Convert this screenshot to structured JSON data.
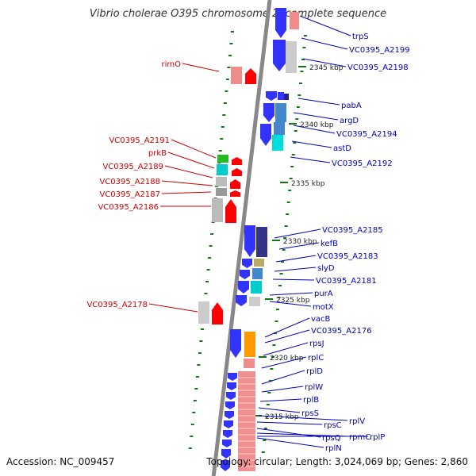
{
  "title": "Vibrio cholerae O395 chromosome 2, complete sequence",
  "accession": "Accession: NC_009457",
  "summary": "Topology: circular; Length: 3,024,069 bp; Genes: 2,860",
  "colors": {
    "forward_label": "#cc0000",
    "reverse_label": "#0000bb",
    "backbone": "#888888",
    "tick": "#117711"
  },
  "scale_labels": [
    {
      "text": "2345 kbp",
      "kbp": 2345
    },
    {
      "text": "2340 kbp",
      "kbp": 2340
    },
    {
      "text": "2335 kbp",
      "kbp": 2335
    },
    {
      "text": "2330 kbp",
      "kbp": 2330
    },
    {
      "text": "2325 kbp",
      "kbp": 2325
    },
    {
      "text": "2320 kbp",
      "kbp": 2320
    },
    {
      "text": "2315 kbp",
      "kbp": 2315
    }
  ],
  "forward_genes": [
    "rimO",
    "VC0395_A2191",
    "prkB",
    "VC0395_A2189",
    "VC0395_A2188",
    "VC0395_A2187",
    "VC0395_A2186",
    "VC0395_A2178"
  ],
  "reverse_genes": [
    "trpS",
    "VC0395_A2199",
    "VC0395_A2198",
    "pabA",
    "argD",
    "VC0395_A2194",
    "astD",
    "VC0395_A2192",
    "VC0395_A2185",
    "kefB",
    "VC0395_A2183",
    "slyD",
    "VC0395_A2181",
    "purA",
    "motX",
    "vacB",
    "VC0395_A2176",
    "rpsJ",
    "rplC",
    "rplD",
    "rplW",
    "rplB",
    "rpsS",
    "rplV",
    "rpsC",
    "rpsQ",
    "rpmC",
    "rplP",
    "rplN"
  ]
}
